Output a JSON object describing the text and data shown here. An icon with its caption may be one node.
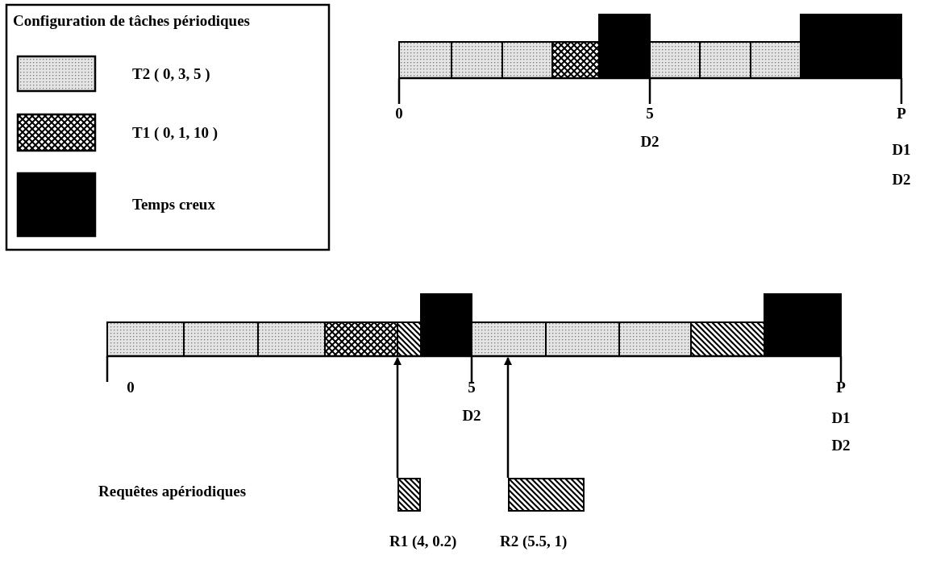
{
  "diagram": {
    "nodes": [
      {
        "text": [
          "R1 (4, 0.2)"
        ]
      },
      {
        "text": [
          "R2 (5.5,  1)"
        ]
      }
    ],
    "edges": [
      {
        "from": 0,
        "to": null,
        "arrow": "to"
      },
      {
        "from": 1,
        "to": null,
        "arrow": "to"
      }
    ],
    "labels": [
      "Configuration de tâches périodiques",
      "0",
      "5",
      "P",
      "D2",
      "D1",
      "D2",
      "0",
      "5",
      "P",
      "D2",
      "D1",
      "D2",
      "Requêtes apériodiques"
    ],
    "legend": [
      {
        "text": "T2 ( 0, 3, 5 )"
      },
      {
        "text": "T1 ( 0, 1, 10 )"
      },
      {
        "text": "Temps creux"
      }
    ]
  }
}
